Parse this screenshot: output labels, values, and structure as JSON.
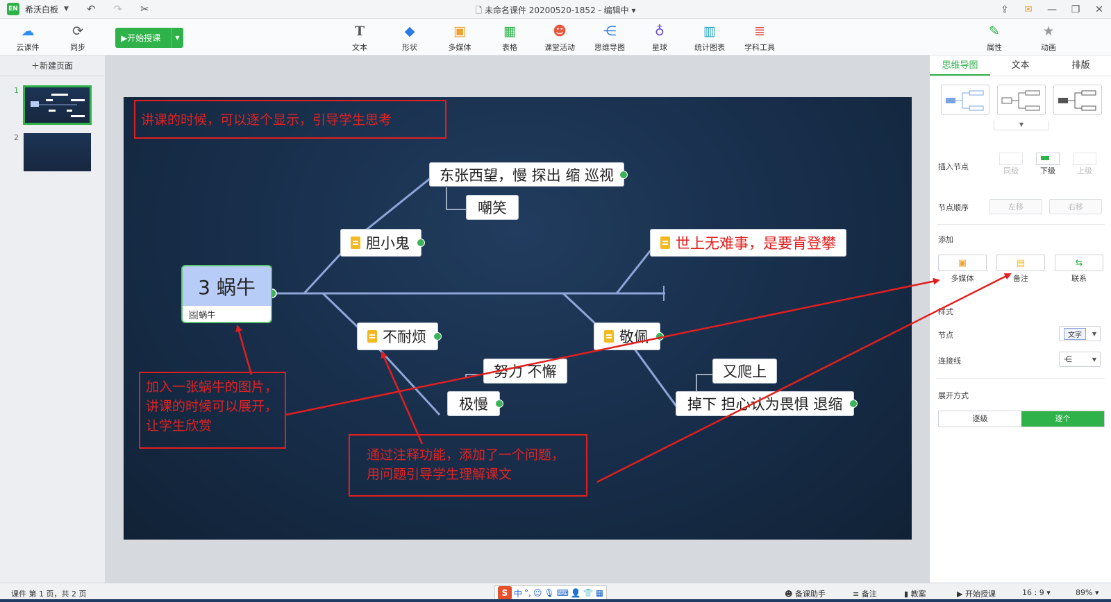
{
  "app": {
    "name": "希沃白板",
    "doc_title": "未命名课件 20200520-1852 - 编辑中"
  },
  "toolbar": {
    "cloud": "云课件",
    "sync": "同步",
    "start": "开始授课",
    "tools": [
      "文本",
      "形状",
      "多媒体",
      "表格",
      "课堂活动",
      "思维导图",
      "星球",
      "统计图表",
      "学科工具"
    ],
    "props": "属性",
    "anim": "动画"
  },
  "sidebar": {
    "new_page": "新建页面",
    "pages": [
      "1",
      "2"
    ]
  },
  "slide": {
    "central_title": "3 蜗牛",
    "central_sub": "蜗牛",
    "nodes": {
      "n1": "东张西望，慢 探出 缩 巡视",
      "n2": "嘲笑",
      "n3": "胆小鬼",
      "n4": "世上无难事，是要肯登攀",
      "n5": "不耐烦",
      "n6": "敬佩",
      "n7": "努力 不懈",
      "n8": "极慢",
      "n9": "又爬上",
      "n10": "掉下 担心认为畏惧 退缩"
    },
    "annotations": {
      "top": "讲课的时候，可以逐个显示，引导学生思考",
      "left": "加入一张蜗牛的图片，讲课的时候可以展开，让学生欣赏",
      "mid": "通过注释功能，添加了一个问题，用问题引导学生理解课文"
    }
  },
  "rpanel": {
    "tabs": [
      "思维导图",
      "文本",
      "排版"
    ],
    "insert_node": "插入节点",
    "insert_opts": [
      "同级",
      "下级",
      "上级"
    ],
    "node_order": "节点顺序",
    "order_opts": [
      "左移",
      "右移"
    ],
    "add": "添加",
    "add_opts": [
      "多媒体",
      "备注",
      "联系"
    ],
    "style": "样式",
    "node": "节点",
    "node_val": "文字",
    "connector": "连接线",
    "connector_val": "⋲",
    "expand": "展开方式",
    "expand_opts": [
      "逐级",
      "逐个"
    ]
  },
  "status": {
    "page_info": "课件 第 1 页，共 2 页",
    "helper": "备课助手",
    "notes": "备注",
    "plan": "教案",
    "start": "开始授课",
    "ratio": "16 : 9",
    "zoom": "89%"
  },
  "colors": {
    "accent": "#2fb24a",
    "annotation": "#e21f1f",
    "central": "#b7cdf7"
  }
}
